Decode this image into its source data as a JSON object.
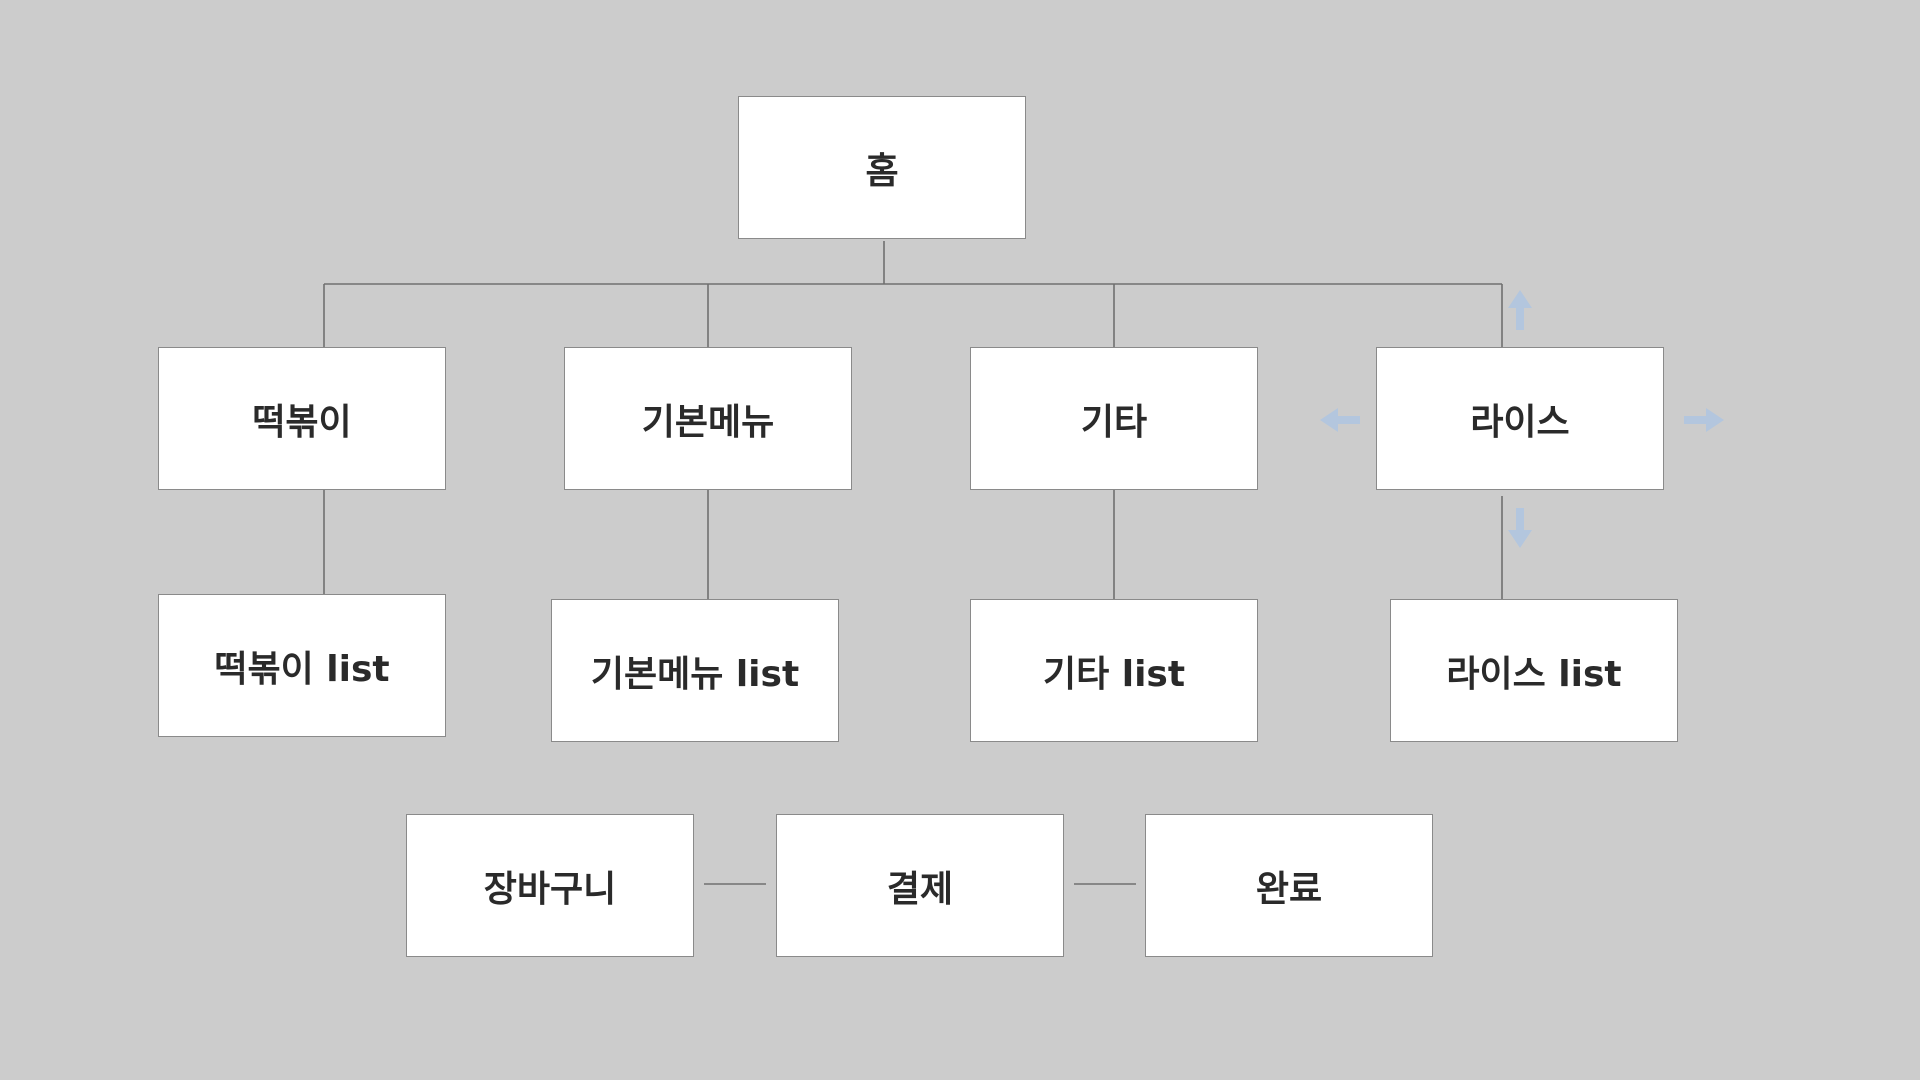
{
  "diagram": {
    "root": {
      "label": "홈"
    },
    "categories": [
      {
        "label": "떡볶이",
        "child": "떡볶이 list"
      },
      {
        "label": "기본메뉴",
        "child": "기본메뉴 list"
      },
      {
        "label": "기타",
        "child": "기타 list"
      },
      {
        "label": "라이스",
        "child": "라이스 list"
      }
    ],
    "checkout_flow": [
      "장바구니",
      "결제",
      "완료"
    ]
  },
  "colors": {
    "background": "#cccccc",
    "node_fill": "#ffffff",
    "node_border": "#8a8a8a",
    "connector": "#707070",
    "handle_arrow": "#b3c6de",
    "text": "#2a2a2a"
  }
}
